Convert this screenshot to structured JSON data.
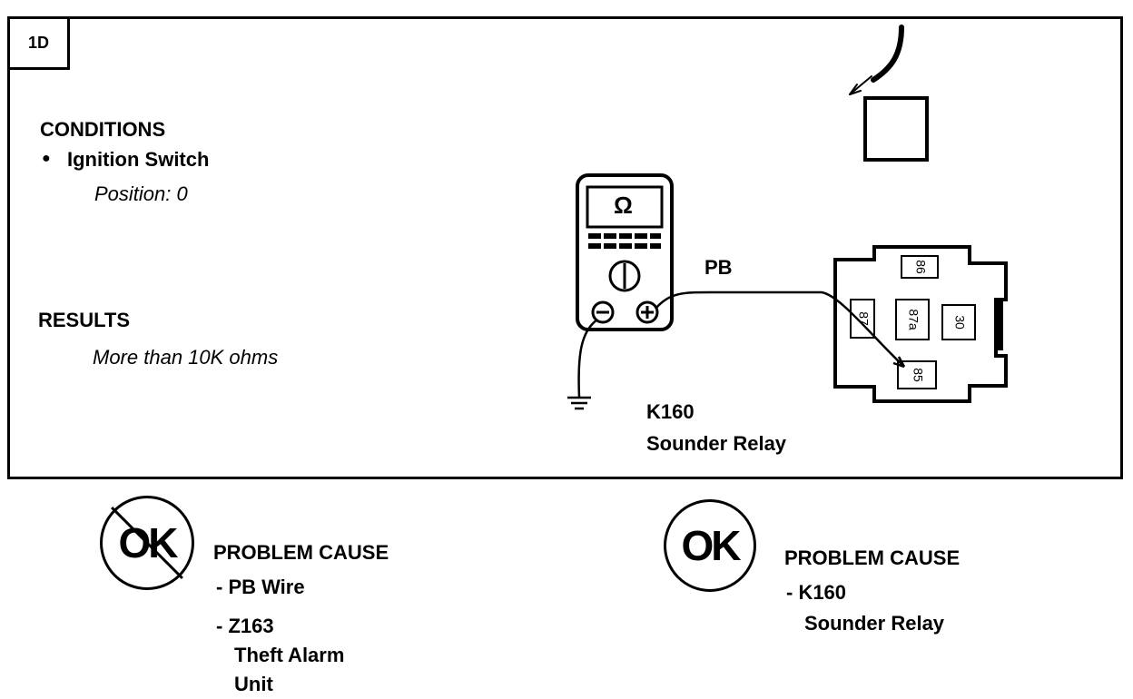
{
  "step": {
    "label": "1D"
  },
  "conditions": {
    "heading": "CONDITIONS",
    "item": "Ignition Switch",
    "detail": "Position: 0"
  },
  "results": {
    "heading": "RESULTS",
    "value": "More than 10K ohms"
  },
  "meter": {
    "symbol": "Ω"
  },
  "wire": {
    "label": "PB"
  },
  "relay": {
    "id": "K160",
    "name": "Sounder Relay",
    "pins": [
      "86",
      "87",
      "87a",
      "30",
      "85"
    ]
  },
  "outcome_not_ok": {
    "badge": "OK",
    "heading": "PROBLEM CAUSE",
    "causes": [
      "- PB Wire",
      "- Z163",
      "Theft Alarm",
      "Unit"
    ]
  },
  "outcome_ok": {
    "badge": "OK",
    "heading": "PROBLEM CAUSE",
    "causes": [
      "- K160",
      "Sounder Relay"
    ]
  }
}
